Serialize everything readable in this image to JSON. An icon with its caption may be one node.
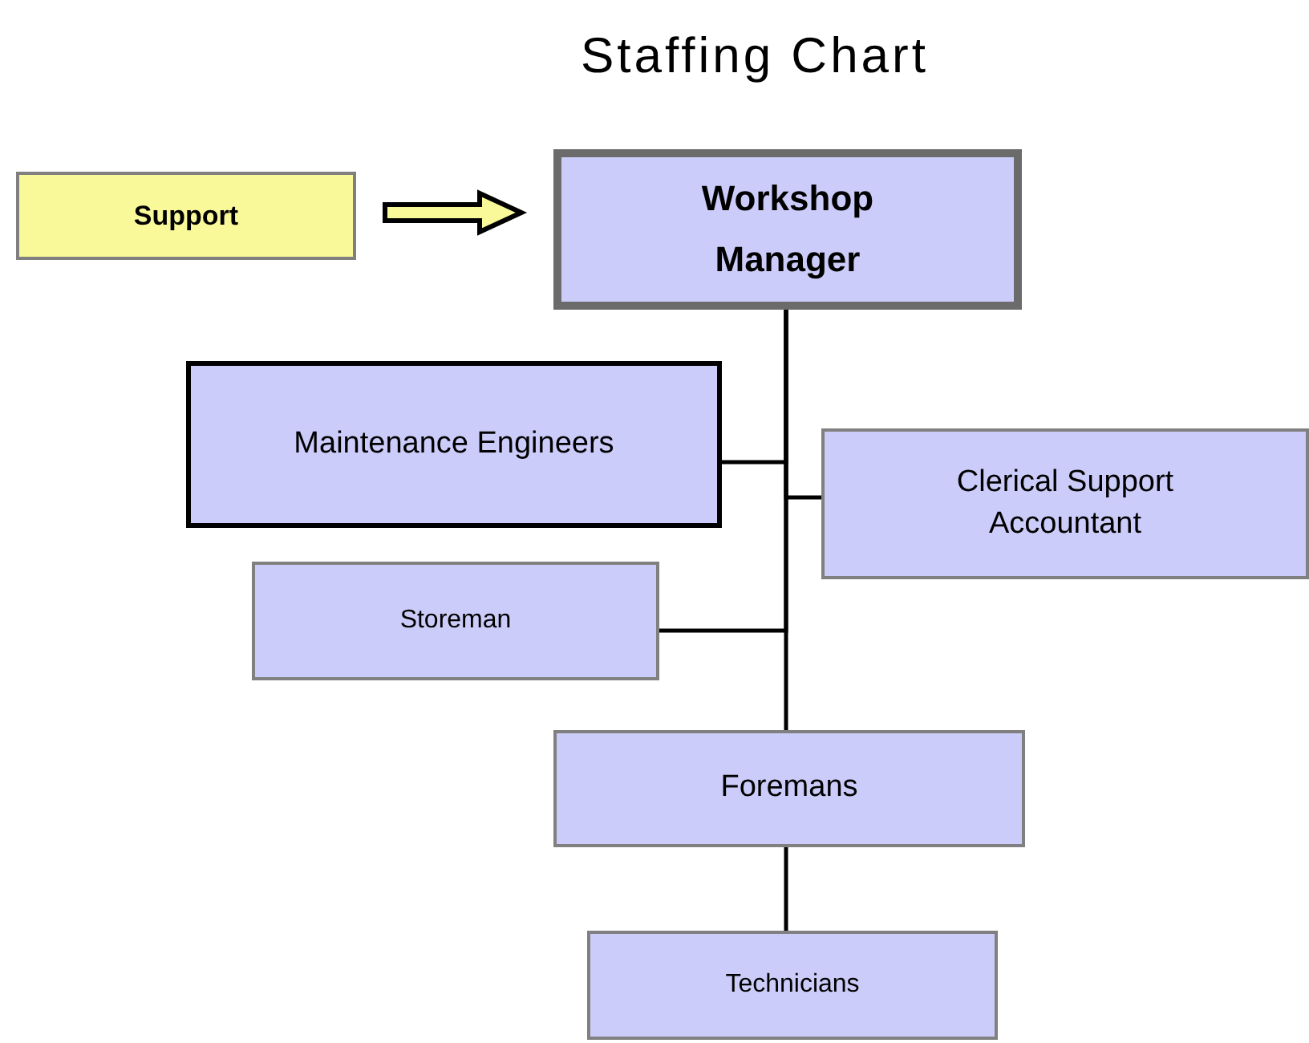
{
  "diagram": {
    "title": "Staffing Chart",
    "nodes": [
      {
        "text": [
          "Support"
        ]
      },
      {
        "text": [
          "Workshop Manager"
        ]
      },
      {
        "text": [
          "Maintenance Engineers"
        ]
      },
      {
        "text": [
          "Clerical Support Accountant"
        ]
      },
      {
        "text": [
          "Storeman"
        ]
      },
      {
        "text": [
          "Foremans"
        ]
      },
      {
        "text": [
          "Technicians"
        ]
      }
    ],
    "edges": [
      {
        "from": 0,
        "to": 1,
        "arrow": "to",
        "style": "thick"
      },
      {
        "from": 1,
        "to": 2,
        "arrow": "none"
      },
      {
        "from": 1,
        "to": 3,
        "arrow": "none"
      },
      {
        "from": 1,
        "to": 4,
        "arrow": "none"
      },
      {
        "from": 1,
        "to": 5,
        "arrow": "none"
      },
      {
        "from": 5,
        "to": 6,
        "arrow": "none"
      }
    ]
  }
}
